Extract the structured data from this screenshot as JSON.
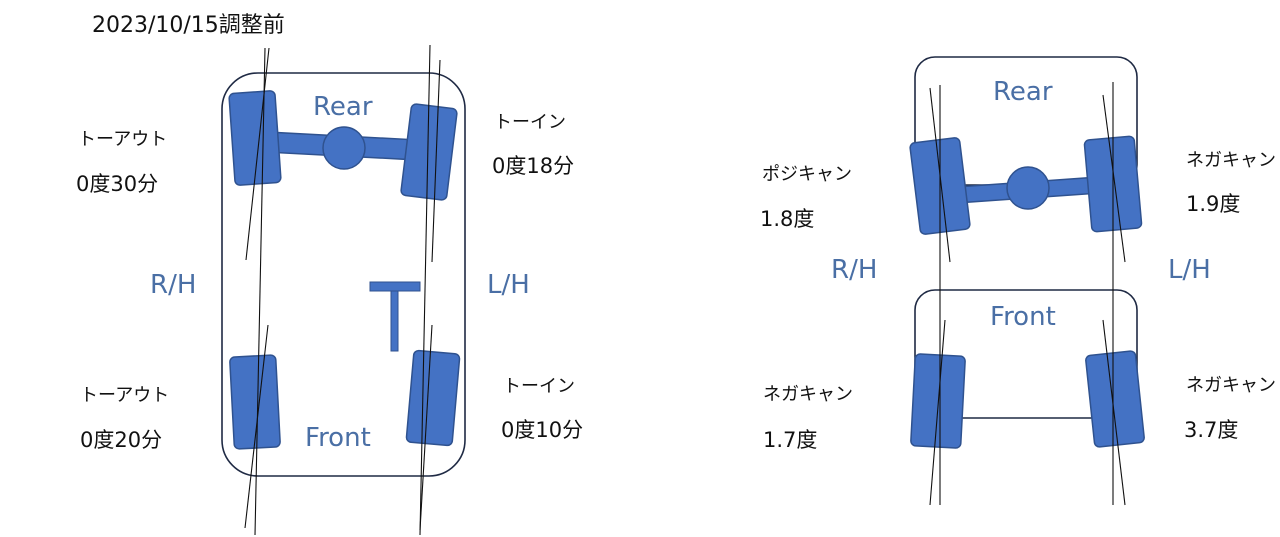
{
  "header": {
    "title": "2023/10/15調整前"
  },
  "colors": {
    "wheel_fill": "#4472c4",
    "wheel_stroke": "#2f528f",
    "label_blue": "#4a6fa5",
    "outline": "#1f2a44"
  },
  "left_diagram": {
    "rear_label": "Rear",
    "front_label": "Front",
    "rh_label": "R/H",
    "lh_label": "L/H",
    "rear_right": {
      "type": "トーアウト",
      "value": "0度30分"
    },
    "rear_left": {
      "type": "トーイン",
      "value": "0度18分"
    },
    "front_right": {
      "type": "トーアウト",
      "value": "0度20分"
    },
    "front_left": {
      "type": "トーイン",
      "value": "0度10分"
    }
  },
  "right_diagram": {
    "rear_label": "Rear",
    "front_label": "Front",
    "rh_label": "R/H",
    "lh_label": "L/H",
    "rear_right": {
      "type": "ポジキャン",
      "value": "1.8度"
    },
    "rear_left": {
      "type": "ネガキャン",
      "value": "1.9度"
    },
    "front_right": {
      "type": "ネガキャン",
      "value": "1.7度"
    },
    "front_left": {
      "type": "ネガキャン",
      "value": "3.7度"
    }
  }
}
